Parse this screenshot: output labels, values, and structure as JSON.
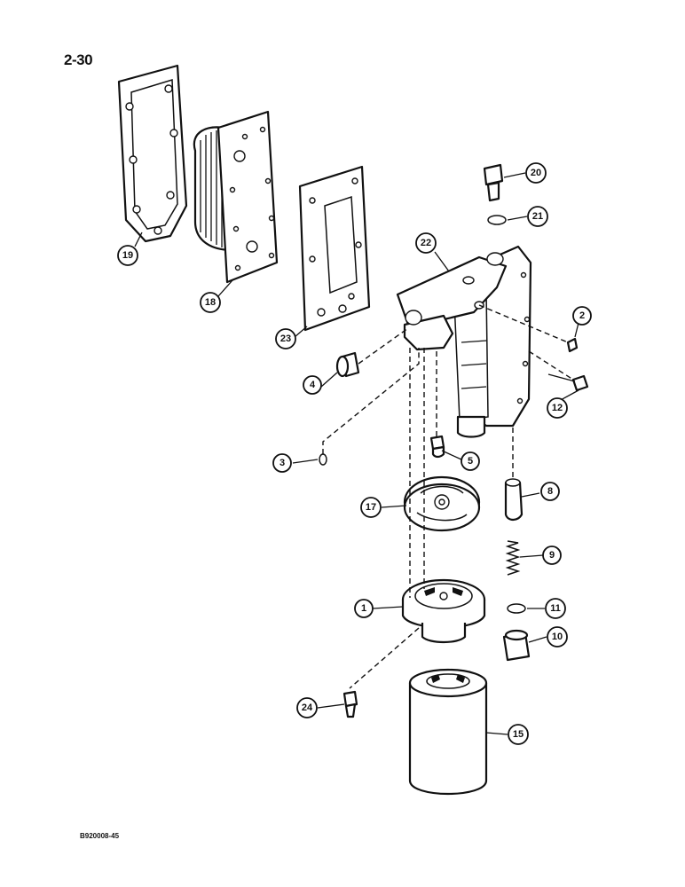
{
  "page_number": "2-30",
  "figure_code": "B920008-45",
  "callouts": [
    {
      "id": "c1",
      "label": "1"
    },
    {
      "id": "c2",
      "label": "2"
    },
    {
      "id": "c3",
      "label": "3"
    },
    {
      "id": "c4",
      "label": "4"
    },
    {
      "id": "c5",
      "label": "5"
    },
    {
      "id": "c8",
      "label": "8"
    },
    {
      "id": "c9",
      "label": "9"
    },
    {
      "id": "c10",
      "label": "10"
    },
    {
      "id": "c11",
      "label": "11"
    },
    {
      "id": "c12",
      "label": "12"
    },
    {
      "id": "c15",
      "label": "15"
    },
    {
      "id": "c17",
      "label": "17"
    },
    {
      "id": "c18",
      "label": "18"
    },
    {
      "id": "c19",
      "label": "19"
    },
    {
      "id": "c20",
      "label": "20"
    },
    {
      "id": "c21",
      "label": "21"
    },
    {
      "id": "c22",
      "label": "22"
    },
    {
      "id": "c23",
      "label": "23"
    },
    {
      "id": "c24",
      "label": "24"
    }
  ]
}
